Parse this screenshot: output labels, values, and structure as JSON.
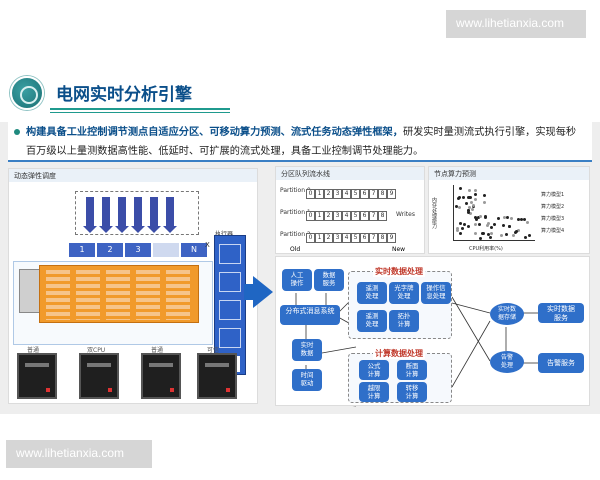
{
  "watermarks": {
    "top": "www.lihetianxia.com",
    "bottom": "www.lihetianxia.com"
  },
  "header": {
    "title": "电网实时分析引擎"
  },
  "summary": {
    "highlight": "构建具备工业控制调节测点自适应分区、可移动算力预测、流式任务动态弹性框架，",
    "rest": "研发实时量测流式执行引擎，实现每秒百万级以上量测数据高性能、低延时、可扩展的流式处理，具备工业控制调节处理能力。"
  },
  "panel_elastic": {
    "title": "动态弹性调度",
    "partitions": [
      "1",
      "2",
      "3",
      "",
      "N"
    ],
    "worker_label": "执行器",
    "worker_x": "X",
    "link_x": "X",
    "servers": [
      "普通",
      "双CPU",
      "普通",
      "可信"
    ]
  },
  "panel_partition": {
    "title": "分区队列流水线",
    "rows": [
      {
        "label": "Partition 0",
        "cells": [
          "0",
          "1",
          "2",
          "3",
          "4",
          "5",
          "6",
          "7",
          "8",
          "9"
        ]
      },
      {
        "label": "Partition 1",
        "cells": [
          "0",
          "1",
          "2",
          "3",
          "4",
          "5",
          "6",
          "7",
          "8"
        ]
      },
      {
        "label": "Partition 2",
        "cells": [
          "0",
          "1",
          "2",
          "3",
          "4",
          "5",
          "6",
          "7",
          "8",
          "9"
        ]
      }
    ],
    "writes": "Writes",
    "old": "Old",
    "new": "New"
  },
  "panel_prediction": {
    "title": "节点算力预测",
    "ylabel": "内存/处理能力",
    "xlabel": "CPU利用率(%)",
    "notes": [
      "算力模型1",
      "算力模型2",
      "算力模型3",
      "算力模型4"
    ]
  },
  "panel_flow": {
    "inputs": [
      {
        "label": "人工\n操作"
      },
      {
        "label": "数据\n服务"
      }
    ],
    "bus": "分布式消息系统",
    "realtime_in": "实时\n数据",
    "timing": "时间\n驱动",
    "group_realtime": {
      "title": "实时数据处理",
      "nodes": [
        "遥测\n处理",
        "光字牌\n处理",
        "操作信\n息处理",
        "遥测\n处理",
        "拓扑\n计算"
      ]
    },
    "group_compute": {
      "title": "计算数据处理",
      "nodes": [
        "公式\n计算",
        "断面\n计算",
        "越限\n计算",
        "转移\n计算"
      ]
    },
    "store": "实时数\n据存储",
    "alarm": "告警\n处理",
    "service_rt": "实时数据\n服务",
    "service_alarm": "告警服务"
  },
  "colors": {
    "brand_blue": "#0b4f8a",
    "node_blue": "#2f6fc9",
    "accent_teal": "#1f9a8e",
    "orange": "#f19a2b"
  }
}
